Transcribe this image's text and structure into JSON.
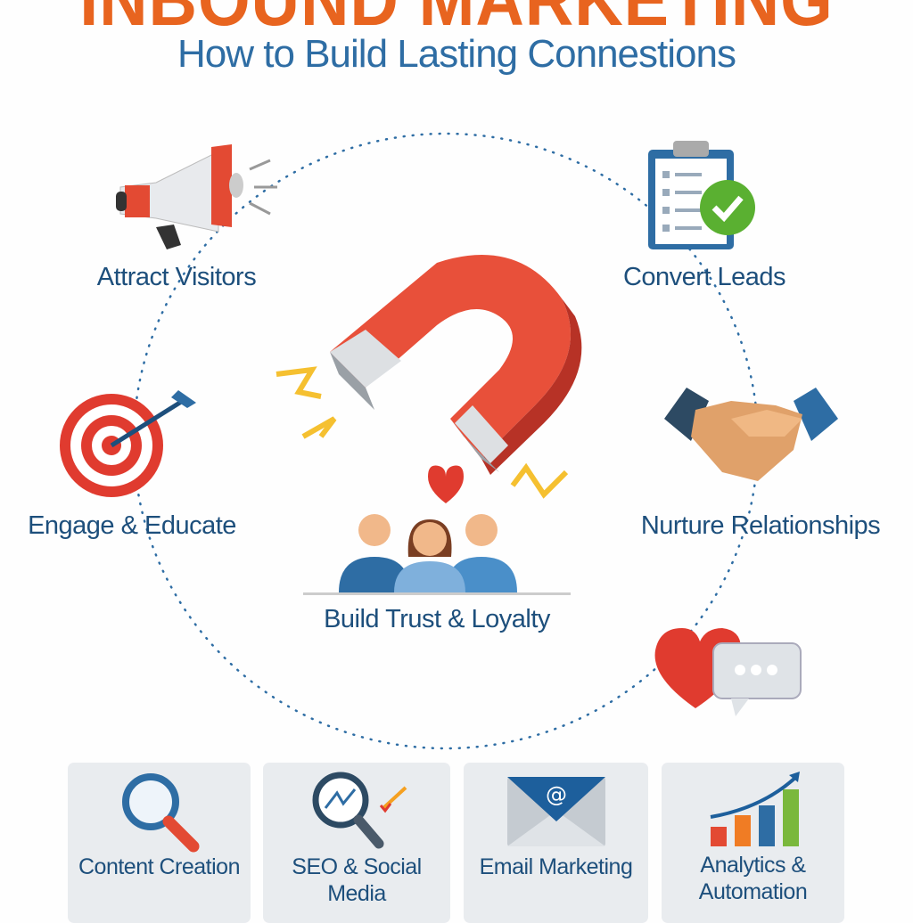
{
  "header": {
    "title": "INBOUND MARKETING",
    "subtitle": "How to Build Lasting Connestions"
  },
  "stages": [
    {
      "label": "Attract Visitors",
      "icon": "megaphone-icon"
    },
    {
      "label": "Convert Leads",
      "icon": "clipboard-check-icon"
    },
    {
      "label": "Engage & Educate",
      "icon": "target-arrow-icon"
    },
    {
      "label": "Nurture Relationships",
      "icon": "handshake-icon"
    },
    {
      "label": "Build Trust & Loyalty",
      "icon": "people-heart-icon"
    }
  ],
  "center": {
    "icon": "magnet-icon"
  },
  "extra_icon": "heart-chat-icon",
  "cards": [
    {
      "label": "Content Creation",
      "icon": "magnifier-icon"
    },
    {
      "label": "SEO & Social Media",
      "icon": "seo-magnifier-icon"
    },
    {
      "label": "Email Marketing",
      "icon": "email-icon"
    },
    {
      "label": "Analytics & Automation",
      "icon": "bar-chart-icon"
    }
  ],
  "colors": {
    "title": "#e8641f",
    "subtitle": "#2e6da4",
    "label": "#1d4f7c",
    "card": "#e9ecef"
  }
}
